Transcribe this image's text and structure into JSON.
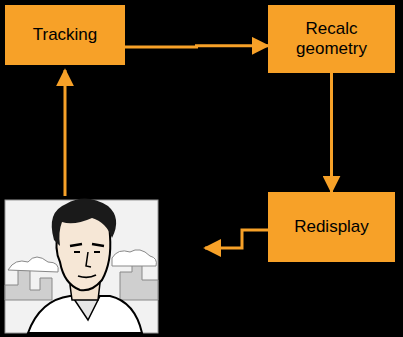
{
  "diagram": {
    "nodes": [
      {
        "text": [
          "Tracking"
        ]
      },
      {
        "text": [
          "Recalc geometry"
        ]
      },
      {
        "text": [
          "Redisplay"
        ]
      }
    ],
    "edges": [
      {
        "from": 0,
        "to": 1,
        "arrow": "to"
      },
      {
        "from": 1,
        "to": 2,
        "arrow": "to"
      }
    ]
  }
}
